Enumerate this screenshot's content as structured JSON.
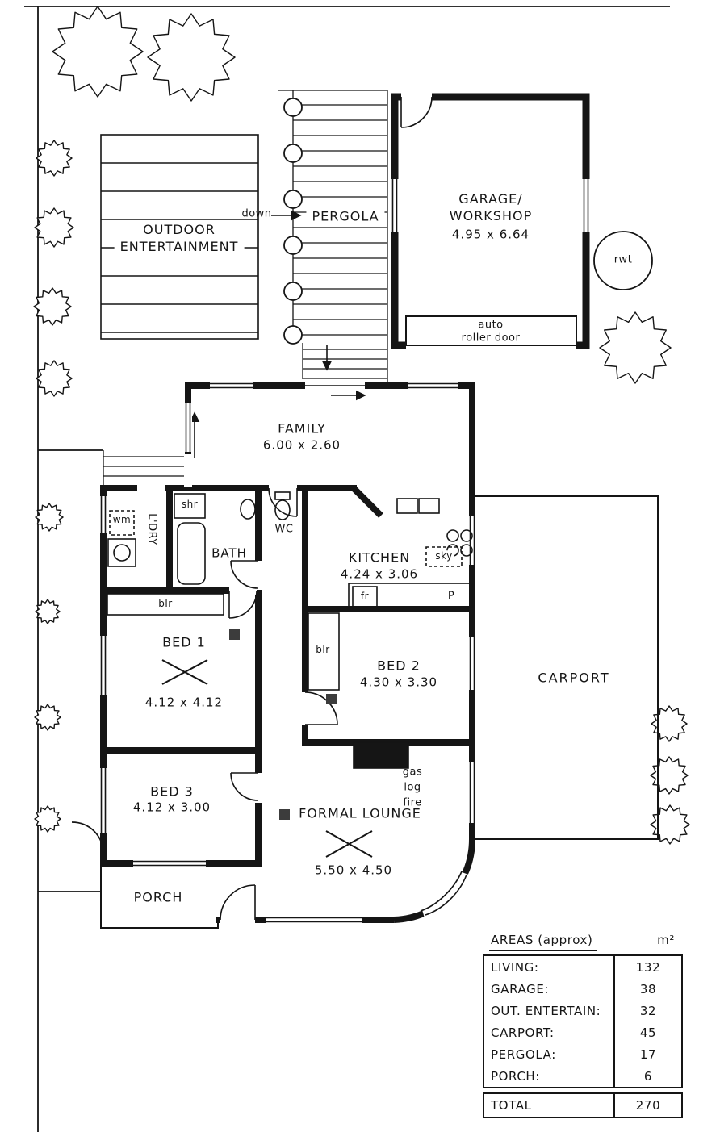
{
  "site": {
    "down_arrow_label": "down",
    "rainwater_tank_label": "rwt",
    "outdoor_entertainment": "OUTDOOR\nENTERTAINMENT",
    "pergola": "PERGOLA"
  },
  "garage": {
    "name": "GARAGE/\nWORKSHOP",
    "dims": "4.95 x 6.64",
    "roller_door": "auto\nroller door"
  },
  "rooms": {
    "family": {
      "name": "FAMILY",
      "dims": "6.00 x 2.60"
    },
    "laundry": {
      "name": "L'DRY",
      "washing_machine": "wm"
    },
    "bath": {
      "name": "BATH",
      "shower": "shr"
    },
    "wc": {
      "name": "WC"
    },
    "kitchen": {
      "name": "KITCHEN",
      "dims": "4.24 x 3.06",
      "skylight": "sky",
      "fridge": "fr",
      "pantry": "P"
    },
    "bed1": {
      "name": "BED 1",
      "dims": "4.12 x 4.12",
      "robe": "blr"
    },
    "bed2": {
      "name": "BED 2",
      "dims": "4.30 x 3.30",
      "robe": "blr"
    },
    "bed3": {
      "name": "BED 3",
      "dims": "4.12 x 3.00"
    },
    "lounge": {
      "name": "FORMAL LOUNGE",
      "dims": "5.50 x 4.50",
      "fireplace": "gas\nlog\nfire"
    },
    "carport": {
      "name": "CARPORT"
    },
    "porch": {
      "name": "PORCH"
    }
  },
  "areas_table": {
    "title": "AREAS (approx)",
    "unit": "m²",
    "rows": [
      {
        "label": "LIVING:",
        "value": "132"
      },
      {
        "label": "GARAGE:",
        "value": "38"
      },
      {
        "label": "OUT. ENTERTAIN:",
        "value": "32"
      },
      {
        "label": "CARPORT:",
        "value": "45"
      },
      {
        "label": "PERGOLA:",
        "value": "17"
      },
      {
        "label": "PORCH:",
        "value": "6"
      }
    ],
    "total_label": "TOTAL",
    "total_value": "270"
  },
  "colors": {
    "ink": "#151515"
  }
}
